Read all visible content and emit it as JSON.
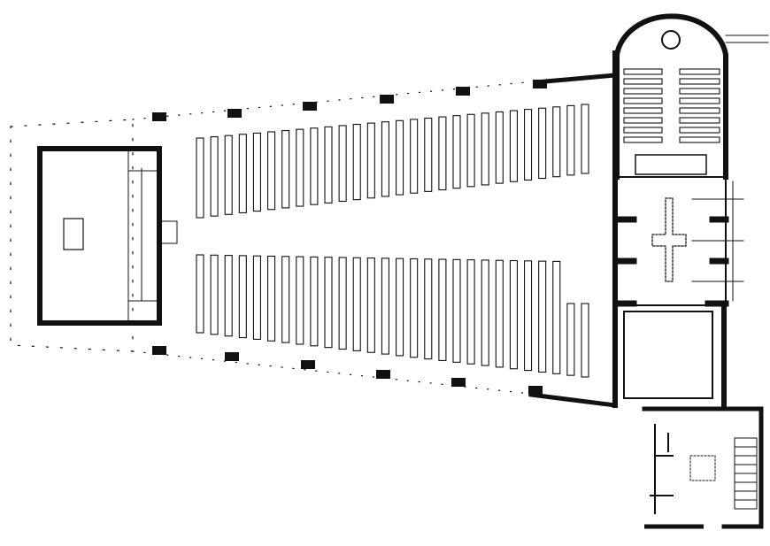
{
  "plan": {
    "ink_color": "#111111",
    "paper_color": "#ffffff",
    "upper_pew_count": 28,
    "lower_pew_count": 28,
    "apse_pew_rows": 8
  }
}
